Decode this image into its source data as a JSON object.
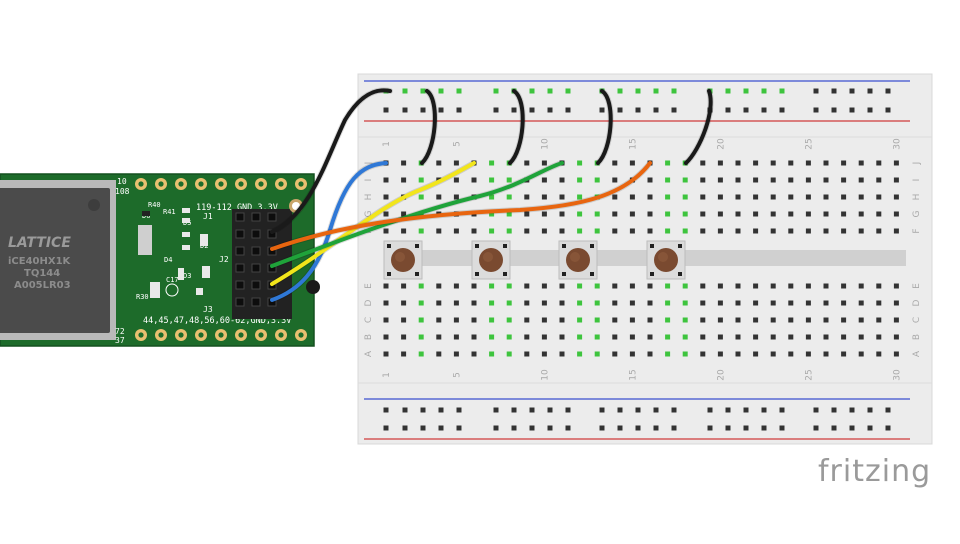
{
  "brand": "fritzing",
  "fpga_chip": {
    "maker": "LATTICE",
    "line1": "iCE40HX1K",
    "line2": "TQ144",
    "line3": "A005LR03"
  },
  "pcb_labels": {
    "pins_right_header": "119-112 GND 3.3V",
    "pins_bottom_header": "44,45,47,48,56,60-62,GND,3.3V",
    "corner_10": "10",
    "corner_108": "108",
    "corner_72": "72",
    "corner_37": "37",
    "j1": "J1",
    "j2": "J2",
    "j3": "J3",
    "r40": "R40",
    "r41": "R41",
    "d6": "D6",
    "d5": "D5",
    "d4": "D4",
    "d3": "D3",
    "d2": "D2",
    "r30": "R30",
    "c17": "C17"
  },
  "breadboard": {
    "top_row_letters": [
      "J",
      "I",
      "H",
      "G",
      "F"
    ],
    "bottom_row_letters": [
      "E",
      "D",
      "C",
      "B",
      "A"
    ],
    "column_numbers": [
      "1",
      "5",
      "10",
      "15",
      "20",
      "25",
      "30"
    ]
  },
  "buttons": [
    {
      "name": "button-1"
    },
    {
      "name": "button-2"
    },
    {
      "name": "button-3"
    },
    {
      "name": "button-4"
    }
  ],
  "wire_colors": {
    "black": "#1a1a1a",
    "blue": "#2f78d6",
    "yellow": "#f2e51b",
    "green": "#1fa33a",
    "orange": "#e8650f",
    "pcb_green": "#1d6b2a",
    "breadboard": "#ececec"
  }
}
